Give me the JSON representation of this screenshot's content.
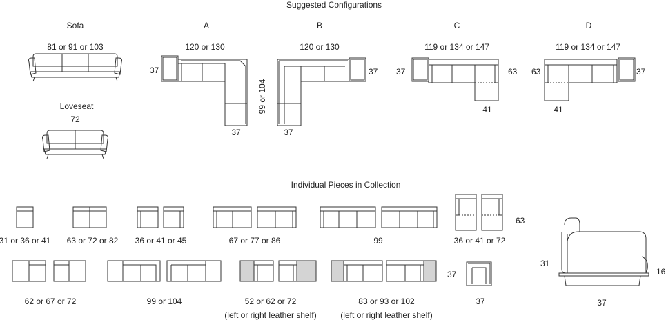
{
  "header": {
    "suggested": "Suggested Configurations",
    "individual": "Individual Pieces in Collection"
  },
  "sofa": {
    "title": "Sofa",
    "dim": "81 or 91 or 103"
  },
  "loveseat": {
    "title": "Loveseat",
    "dim": "72"
  },
  "config_a": {
    "title": "A",
    "width": "120 or 130",
    "depth": "99 or 104",
    "side": "37",
    "leg": "37"
  },
  "config_b": {
    "title": "B",
    "width": "120 or 130",
    "side": "37",
    "leg": "37"
  },
  "config_c": {
    "title": "C",
    "width": "119 or 134 or 147",
    "left": "37",
    "right": "63",
    "chaise": "41"
  },
  "config_d": {
    "title": "D",
    "width": "119 or 134 or 147",
    "left": "63",
    "right": "37",
    "chaise": "41"
  },
  "pieces": {
    "p1": "31 or 36 or 41",
    "p2": "63 or 72 or 82",
    "p3": "36 or 41 or 45",
    "p4": "67 or 77 or 86",
    "p5": "99",
    "p6": "36 or 41 or 72",
    "p6_side": "63",
    "p7": "62 or 67 or 72",
    "p8": "99 or 104",
    "p9": "52 or 62 or 72",
    "p9_note": "(left or right leather shelf)",
    "p10": "83 or 93 or 102",
    "p10_note": "(left or right leather shelf)",
    "p11": "37",
    "p11_side": "37",
    "side_view_height": "31",
    "side_view_arm": "16",
    "side_view_depth": "37"
  }
}
